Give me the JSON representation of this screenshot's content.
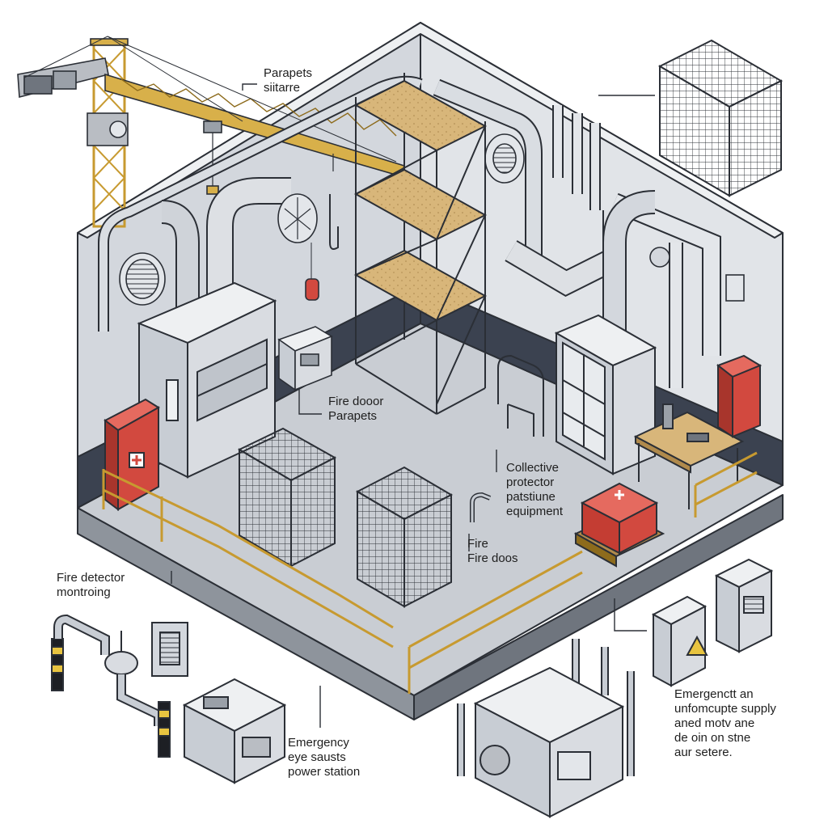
{
  "labels": {
    "parapets_stairs": [
      "Parapets",
      "siitarre"
    ],
    "fire_door_parapets": [
      "Fire dooor",
      "Parapets"
    ],
    "collective_protector": [
      "Collective",
      "protector",
      "patstiune",
      "equipment"
    ],
    "fire_doors": [
      "Fire",
      "Fire doos"
    ],
    "fire_detector": [
      "Fire detector",
      "montroing"
    ],
    "emergency_eye": [
      "Emergency",
      "eye sausts",
      "power station"
    ],
    "emergency_supply": [
      "Emergenctt an",
      "unfomcupte supply",
      "aned motv ane",
      "de oin on stne",
      "aur setere."
    ]
  },
  "colors": {
    "outline": "#2b2f36",
    "wall": "#d3d7dd",
    "wall_light": "#e3e6ea",
    "floor": "#c9cdd3",
    "base": "#8e949c",
    "dark_band": "#3b4250",
    "crane": "#d8b04a",
    "railing": "#d9b75a",
    "wood": "#d8b67a",
    "pipe": "#c8cdd4",
    "cabinet": "#d9dce1",
    "red": "#d2493f",
    "yellow": "#e8c440",
    "black": "#1d1f24"
  },
  "icons": [
    "tower-crane-icon",
    "scaffold-icon",
    "fume-hood-icon",
    "fire-cabinet-icon",
    "mesh-cage-icon",
    "storage-cabinet-icon",
    "first-aid-box-icon",
    "workbench-icon",
    "ventilation-fan-icon",
    "fire-extinguisher-icon",
    "electrical-panel-icon",
    "generator-icon",
    "bollard-icon",
    "eyewash-station-icon",
    "power-unit-icon"
  ]
}
